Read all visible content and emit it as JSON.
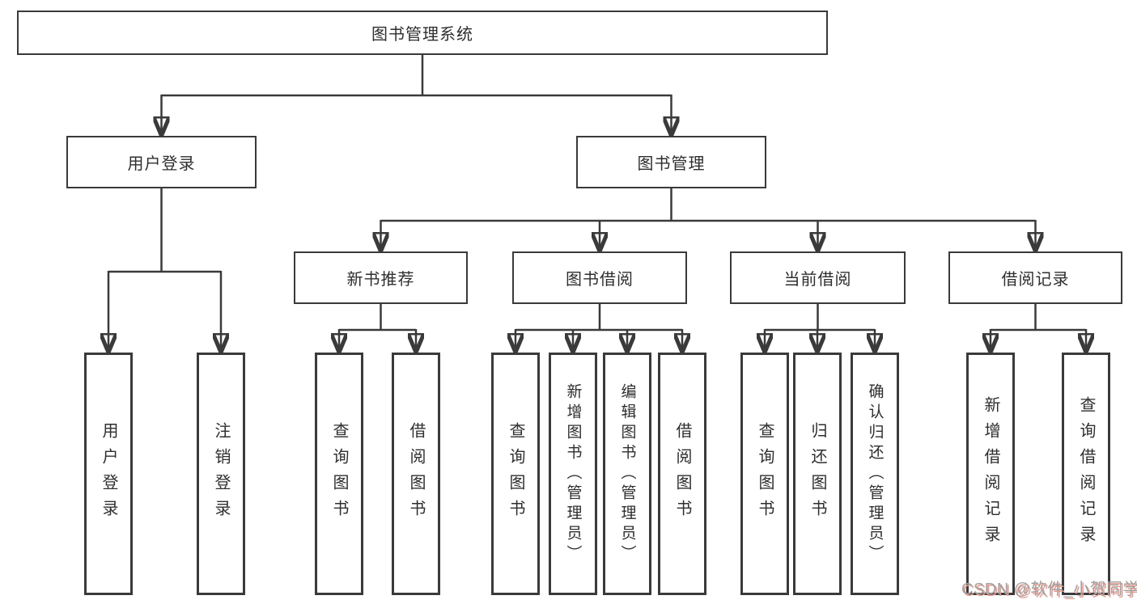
{
  "diagram_title": "图书管理系统",
  "nodes": {
    "root": {
      "label": "图书管理系统"
    },
    "level2": [
      {
        "label": "用户登录"
      },
      {
        "label": "图书管理"
      }
    ],
    "level3": [
      {
        "label": "新书推荐",
        "parent": "图书管理"
      },
      {
        "label": "图书借阅",
        "parent": "图书管理"
      },
      {
        "label": "当前借阅",
        "parent": "图书管理"
      },
      {
        "label": "借阅记录",
        "parent": "图书管理"
      }
    ],
    "leaves": [
      {
        "label": "用户登录",
        "parent": "用户登录"
      },
      {
        "label": "注销登录",
        "parent": "用户登录"
      },
      {
        "label": "查询图书",
        "parent": "新书推荐"
      },
      {
        "label": "借阅图书",
        "parent": "新书推荐"
      },
      {
        "label": "查询图书",
        "parent": "图书借阅"
      },
      {
        "label": "新增图书（管理员）",
        "parent": "图书借阅"
      },
      {
        "label": "编辑图书（管理员）",
        "parent": "图书借阅"
      },
      {
        "label": "借阅图书",
        "parent": "图书借阅"
      },
      {
        "label": "查询图书",
        "parent": "当前借阅"
      },
      {
        "label": "归还图书",
        "parent": "当前借阅"
      },
      {
        "label": "确认归还（管理员）",
        "parent": "当前借阅"
      },
      {
        "label": "新增借阅记录",
        "parent": "借阅记录"
      },
      {
        "label": "查询借阅记录",
        "parent": "借阅记录"
      }
    ]
  },
  "watermark": {
    "text": "CSDN @软件_小贺同学"
  },
  "colors": {
    "line": "#3a3a3a",
    "text": "#2e2e2e",
    "box_background": "#ffffff",
    "page_background": "#ffffff",
    "watermark": "#a0a0a0",
    "watermark_shadow": "#e89a8d"
  }
}
